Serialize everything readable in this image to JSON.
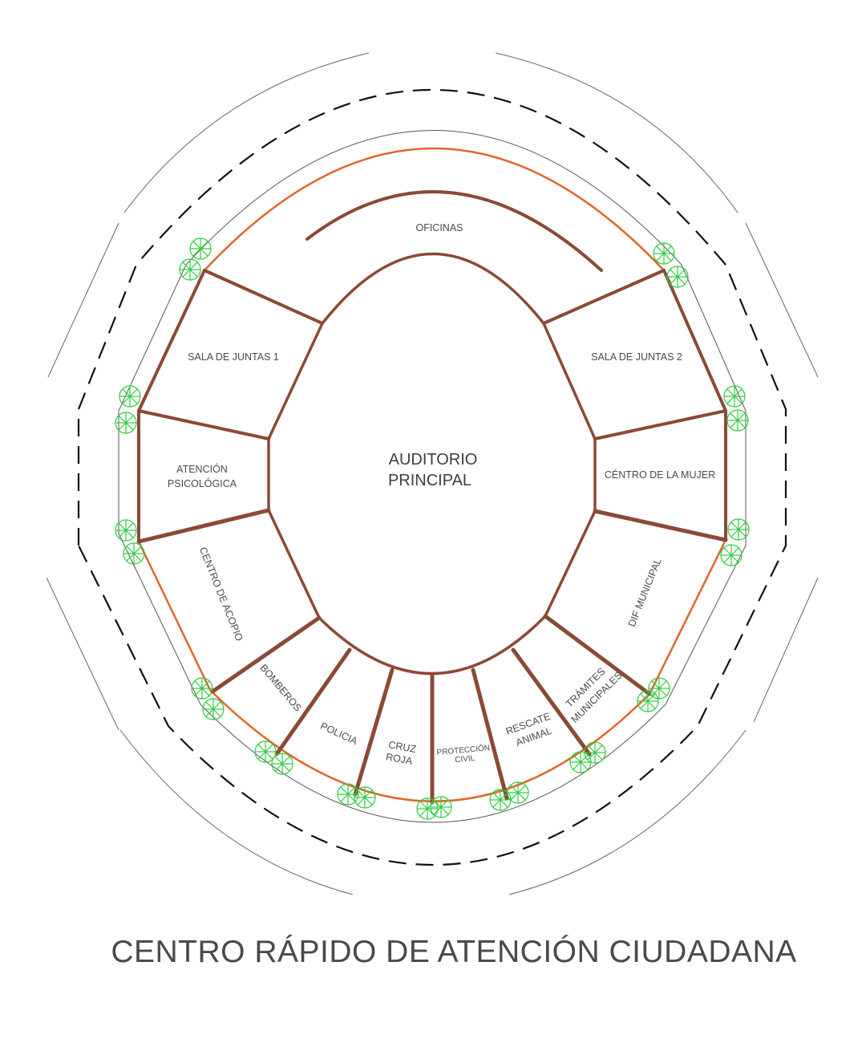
{
  "title": "CENTRO RÁPIDO DE ATENCIÓN CIUDADANA",
  "rooms": {
    "oficinas": "OFICINAS",
    "auditorio_1": "AUDITORIO",
    "auditorio_2": "PRINCIPAL",
    "sala_juntas_1": "SALA DE JUNTAS 1",
    "sala_juntas_2": "SALA DE JUNTAS 2",
    "atencion_1": "ATENCIÓN",
    "atencion_2": "PSICOLÓGICA",
    "centro_mujer": "CÉNTRO DE LA MUJER",
    "centro_acopio": "CENTRO DE ACOPIO",
    "dif": "DIF MUNICIPAL",
    "bomberos": "BOMBEROS",
    "policia": "POLICIA",
    "cruz_1": "CRUZ",
    "cruz_2": "ROJA",
    "proteccion_1": "PROTECCIÓN",
    "proteccion_2": "CIVIL",
    "rescate_1": "RESCATE",
    "rescate_2": "ANIMAL",
    "tramites_1": "TRÁMITES",
    "tramites_2": "MUNICIPALES"
  },
  "colors": {
    "wall": "#8b4a35",
    "facade": "#e0662a",
    "tree": "#2ecc40",
    "line": "#555555"
  }
}
